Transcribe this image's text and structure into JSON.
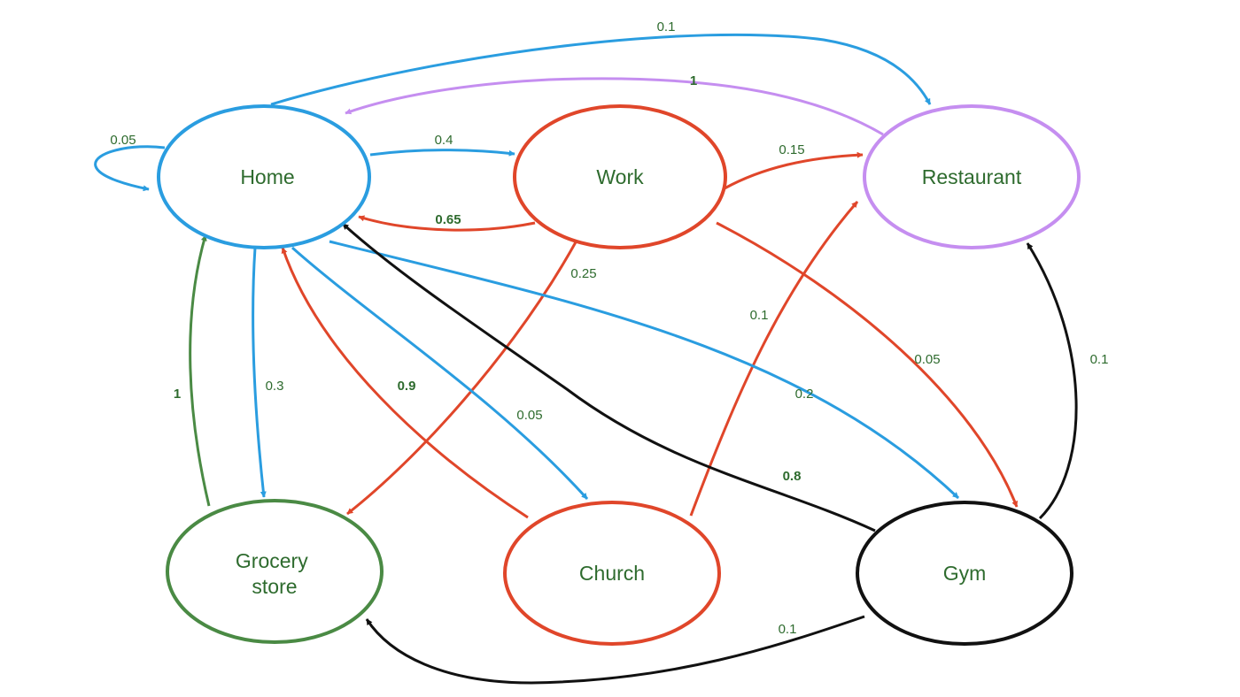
{
  "colors": {
    "blue": "#2a9de0",
    "red": "#e0462a",
    "purple": "#c58ef0",
    "green": "#4a8a44",
    "black": "#111111",
    "label": "#2e6b2e"
  },
  "nodes": [
    {
      "id": "home",
      "label": "Home",
      "color": "blue"
    },
    {
      "id": "work",
      "label": "Work",
      "color": "red"
    },
    {
      "id": "restaurant",
      "label": "Restaurant",
      "color": "purple"
    },
    {
      "id": "grocery",
      "label": "Grocery store",
      "color": "green"
    },
    {
      "id": "church",
      "label": "Church",
      "color": "red"
    },
    {
      "id": "gym",
      "label": "Gym",
      "color": "black"
    }
  ],
  "edges": [
    {
      "id": "home-home",
      "from": "Home",
      "to": "Home",
      "label": "0.05",
      "bold": false,
      "color": "blue"
    },
    {
      "id": "home-work",
      "from": "Home",
      "to": "Work",
      "label": "0.4",
      "bold": false,
      "color": "blue"
    },
    {
      "id": "home-restaurant",
      "from": "Home",
      "to": "Restaurant",
      "label": "0.1",
      "bold": false,
      "color": "blue"
    },
    {
      "id": "restaurant-home",
      "from": "Restaurant",
      "to": "Home",
      "label": "1",
      "bold": true,
      "color": "purple"
    },
    {
      "id": "work-restaurant",
      "from": "Work",
      "to": "Restaurant",
      "label": "0.15",
      "bold": false,
      "color": "red"
    },
    {
      "id": "work-home",
      "from": "Work",
      "to": "Home",
      "label": "0.65",
      "bold": true,
      "color": "red"
    },
    {
      "id": "work-grocery",
      "from": "Work",
      "to": "Grocery store",
      "label": "0.25",
      "bold": false,
      "color": "red"
    },
    {
      "id": "work-gym",
      "from": "Work",
      "to": "Gym",
      "label": "0.05",
      "bold": false,
      "color": "red"
    },
    {
      "id": "church-restaurant",
      "from": "Church",
      "to": "Restaurant",
      "label": "0.1",
      "bold": false,
      "color": "red"
    },
    {
      "id": "home-grocery",
      "from": "Home",
      "to": "Grocery store",
      "label": "0.3",
      "bold": false,
      "color": "blue"
    },
    {
      "id": "grocery-home",
      "from": "Grocery store",
      "to": "Home",
      "label": "1",
      "bold": true,
      "color": "green"
    },
    {
      "id": "church-home",
      "from": "Church",
      "to": "Home",
      "label": "0.9",
      "bold": true,
      "color": "red"
    },
    {
      "id": "home-church",
      "from": "Home",
      "to": "Church",
      "label": "0.05",
      "bold": false,
      "color": "blue"
    },
    {
      "id": "home-gym",
      "from": "Home",
      "to": "Gym",
      "label": "0.2",
      "bold": false,
      "color": "blue"
    },
    {
      "id": "gym-home",
      "from": "Gym",
      "to": "Home",
      "label": "0.8",
      "bold": true,
      "color": "black"
    },
    {
      "id": "gym-restaurant",
      "from": "Gym",
      "to": "Restaurant",
      "label": "0.1",
      "bold": false,
      "color": "black"
    },
    {
      "id": "gym-grocery",
      "from": "Gym",
      "to": "Grocery store",
      "label": "0.1",
      "bold": false,
      "color": "black"
    }
  ]
}
